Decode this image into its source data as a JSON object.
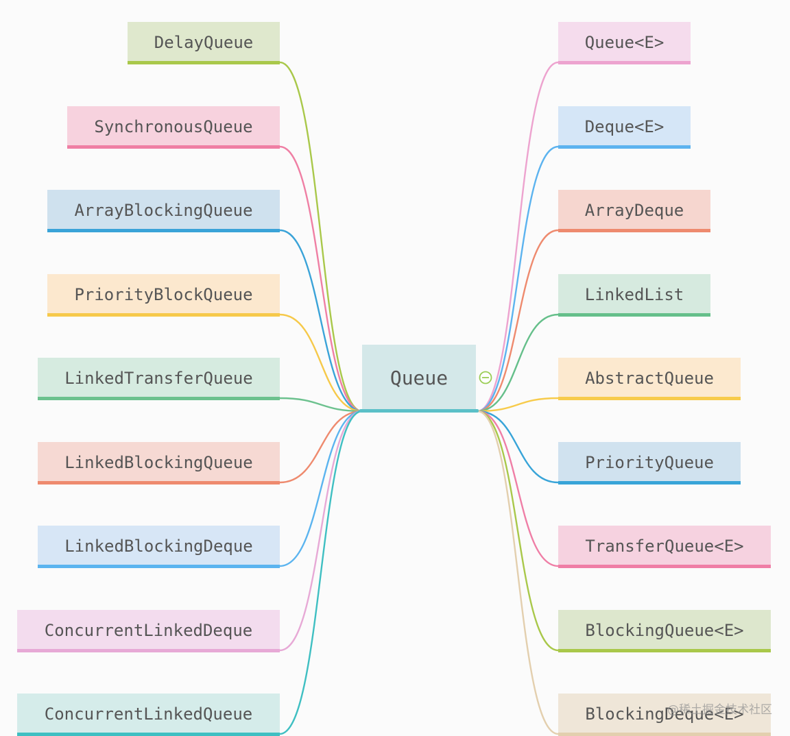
{
  "root": {
    "label": "Queue",
    "fill": "#d4e8e9",
    "underline": "#5bc0c8",
    "collapse_icon": "minus-circle-icon",
    "collapse_color": "#9acd54"
  },
  "left_nodes": [
    {
      "label": "DelayQueue",
      "fill": "#dfe8cd",
      "color": "#a9c84a"
    },
    {
      "label": "SynchronousQueue",
      "fill": "#f7d2de",
      "color": "#ef7fa4"
    },
    {
      "label": "ArrayBlockingQueue",
      "fill": "#cfe1ee",
      "color": "#3aa3d8"
    },
    {
      "label": "PriorityBlockQueue",
      "fill": "#fce8ce",
      "color": "#f6c94a"
    },
    {
      "label": "LinkedTransferQueue",
      "fill": "#d6ebe0",
      "color": "#6cc18e"
    },
    {
      "label": "LinkedBlockingQueue",
      "fill": "#f6d9d3",
      "color": "#ee8a6e"
    },
    {
      "label": "LinkedBlockingDeque",
      "fill": "#d7e6f6",
      "color": "#5bb4ef"
    },
    {
      "label": "ConcurrentLinkedDeque",
      "fill": "#f3dcee",
      "color": "#e7a9d6"
    },
    {
      "label": "ConcurrentLinkedQueue",
      "fill": "#d5ecea",
      "color": "#3fbfc2"
    }
  ],
  "right_nodes": [
    {
      "label": "Queue<E>",
      "fill": "#f5dced",
      "color": "#eda3cf"
    },
    {
      "label": "Deque<E>",
      "fill": "#d5e6f7",
      "color": "#5cb3ef"
    },
    {
      "label": "ArrayDeque",
      "fill": "#f6d6cf",
      "color": "#ee8a6e"
    },
    {
      "label": "LinkedList",
      "fill": "#d6eadf",
      "color": "#65bf8a"
    },
    {
      "label": "AbstractQueue",
      "fill": "#fce9cf",
      "color": "#f7cb4b"
    },
    {
      "label": "PriorityQueue",
      "fill": "#d0e2ef",
      "color": "#38a4d8"
    },
    {
      "label": "TransferQueue<E>",
      "fill": "#f6d2e0",
      "color": "#ef7ea6"
    },
    {
      "label": "BlockingQueue<E>",
      "fill": "#dde7cd",
      "color": "#a9c84a"
    },
    {
      "label": "BlockingDeque<E>",
      "fill": "#efe6d8",
      "color": "#e3cfae"
    }
  ],
  "watermark": "@稀土掘金技术社区"
}
